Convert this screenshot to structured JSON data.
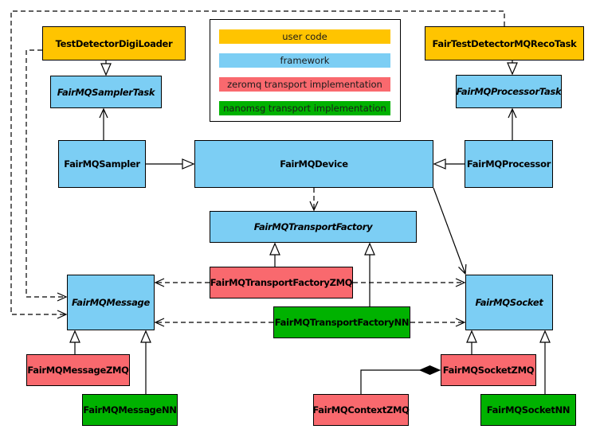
{
  "colors": {
    "user_code": "#FFC400",
    "framework": "#7CCEF4",
    "zeromq": "#F9696E",
    "nanomsg": "#00B200",
    "border": "#000000",
    "background": "#FFFFFF"
  },
  "legend": {
    "items": [
      {
        "label": "user code",
        "category": "user_code"
      },
      {
        "label": "framework",
        "category": "framework"
      },
      {
        "label": "zeromq transport implementation",
        "category": "zeromq"
      },
      {
        "label": "nanomsg transport implementation",
        "category": "nanomsg"
      }
    ]
  },
  "nodes": {
    "testDetectorDigiLoader": {
      "label": "TestDetectorDigiLoader",
      "category": "user_code",
      "abstract": false
    },
    "fairTestDetectorMQRecoTask": {
      "label": "FairTestDetectorMQRecoTask",
      "category": "user_code",
      "abstract": false
    },
    "fairMQSamplerTask": {
      "label": "FairMQSamplerTask",
      "category": "framework",
      "abstract": true
    },
    "fairMQProcessorTask": {
      "label": "FairMQProcessorTask",
      "category": "framework",
      "abstract": true
    },
    "fairMQSampler": {
      "label": "FairMQSampler",
      "category": "framework",
      "abstract": false
    },
    "fairMQDevice": {
      "label": "FairMQDevice",
      "category": "framework",
      "abstract": false
    },
    "fairMQProcessor": {
      "label": "FairMQProcessor",
      "category": "framework",
      "abstract": false
    },
    "fairMQTransportFactory": {
      "label": "FairMQTransportFactory",
      "category": "framework",
      "abstract": true
    },
    "fairMQTransportFactoryZMQ": {
      "label": "FairMQTransportFactoryZMQ",
      "category": "zeromq",
      "abstract": false
    },
    "fairMQTransportFactoryNN": {
      "label": "FairMQTransportFactoryNN",
      "category": "nanomsg",
      "abstract": false
    },
    "fairMQMessage": {
      "label": "FairMQMessage",
      "category": "framework",
      "abstract": true
    },
    "fairMQSocket": {
      "label": "FairMQSocket",
      "category": "framework",
      "abstract": true
    },
    "fairMQMessageZMQ": {
      "label": "FairMQMessageZMQ",
      "category": "zeromq",
      "abstract": false
    },
    "fairMQMessageNN": {
      "label": "FairMQMessageNN",
      "category": "nanomsg",
      "abstract": false
    },
    "fairMQContextZMQ": {
      "label": "FairMQContextZMQ",
      "category": "zeromq",
      "abstract": false
    },
    "fairMQSocketZMQ": {
      "label": "FairMQSocketZMQ",
      "category": "zeromq",
      "abstract": false
    },
    "fairMQSocketNN": {
      "label": "FairMQSocketNN",
      "category": "nanomsg",
      "abstract": false
    }
  },
  "edges": [
    {
      "from": "TestDetectorDigiLoader",
      "to": "FairMQSamplerTask",
      "type": "inheritance"
    },
    {
      "from": "FairTestDetectorMQRecoTask",
      "to": "FairMQProcessorTask",
      "type": "inheritance"
    },
    {
      "from": "FairMQSampler",
      "to": "FairMQDevice",
      "type": "inheritance"
    },
    {
      "from": "FairMQProcessor",
      "to": "FairMQDevice",
      "type": "inheritance"
    },
    {
      "from": "FairMQTransportFactoryZMQ",
      "to": "FairMQTransportFactory",
      "type": "inheritance"
    },
    {
      "from": "FairMQTransportFactoryNN",
      "to": "FairMQTransportFactory",
      "type": "inheritance"
    },
    {
      "from": "FairMQMessageZMQ",
      "to": "FairMQMessage",
      "type": "inheritance"
    },
    {
      "from": "FairMQMessageNN",
      "to": "FairMQMessage",
      "type": "inheritance"
    },
    {
      "from": "FairMQSocketZMQ",
      "to": "FairMQSocket",
      "type": "inheritance"
    },
    {
      "from": "FairMQSocketNN",
      "to": "FairMQSocket",
      "type": "inheritance"
    },
    {
      "from": "FairMQSampler",
      "to": "FairMQSamplerTask",
      "type": "association"
    },
    {
      "from": "FairMQProcessor",
      "to": "FairMQProcessorTask",
      "type": "association"
    },
    {
      "from": "FairMQDevice",
      "to": "FairMQSocket",
      "type": "association"
    },
    {
      "from": "FairMQDevice",
      "to": "FairMQTransportFactory",
      "type": "dependency"
    },
    {
      "from": "FairMQTransportFactoryZMQ",
      "to": "FairMQMessage",
      "type": "dependency"
    },
    {
      "from": "FairMQTransportFactoryZMQ",
      "to": "FairMQSocket",
      "type": "dependency"
    },
    {
      "from": "FairMQTransportFactoryNN",
      "to": "FairMQMessage",
      "type": "dependency"
    },
    {
      "from": "FairMQTransportFactoryNN",
      "to": "FairMQSocket",
      "type": "dependency"
    },
    {
      "from": "TestDetectorDigiLoader",
      "to": "FairMQMessage",
      "type": "dependency"
    },
    {
      "from": "FairTestDetectorMQRecoTask",
      "to": "FairMQMessage",
      "type": "dependency"
    },
    {
      "from": "FairMQContextZMQ",
      "to": "FairMQSocketZMQ",
      "type": "aggregation"
    }
  ]
}
